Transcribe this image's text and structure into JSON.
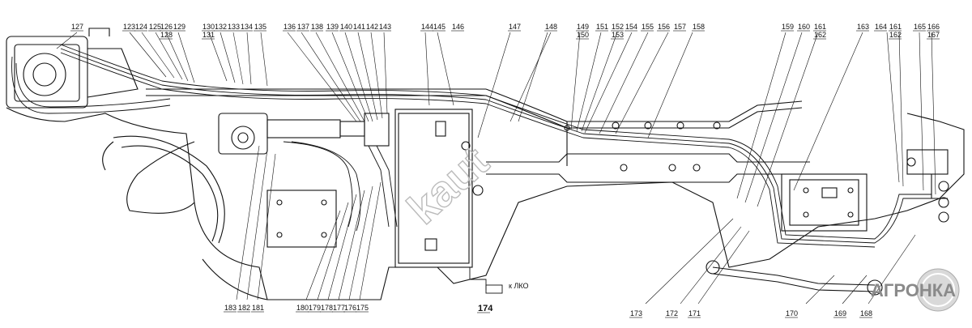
{
  "top_labels": [
    "127",
    "123",
    "124",
    "125",
    "126",
    "128",
    "129",
    "130",
    "131",
    "132",
    "133",
    "134",
    "135",
    "136",
    "137",
    "138",
    "139",
    "140",
    "141",
    "142",
    "143",
    "144",
    "145",
    "146",
    "147",
    "148",
    "149",
    "150",
    "151",
    "152",
    "153",
    "154",
    "155",
    "156",
    "157",
    "158",
    "159",
    "160",
    "161",
    "162",
    "163",
    "164",
    "161",
    "162",
    "165",
    "166",
    "167"
  ],
  "bottom_labels": [
    "183",
    "182",
    "181",
    "180",
    "179",
    "178",
    "177",
    "176",
    "175",
    "174",
    "173",
    "172",
    "171",
    "170",
    "169",
    "168"
  ],
  "side_note": "к ЛКО",
  "watermark": "kaut",
  "logo": "АГРОНКА",
  "colors": {
    "line": "#111111",
    "faint": "#555555",
    "watermark": "#bbbbbb",
    "logo": "#8a8a8a"
  }
}
